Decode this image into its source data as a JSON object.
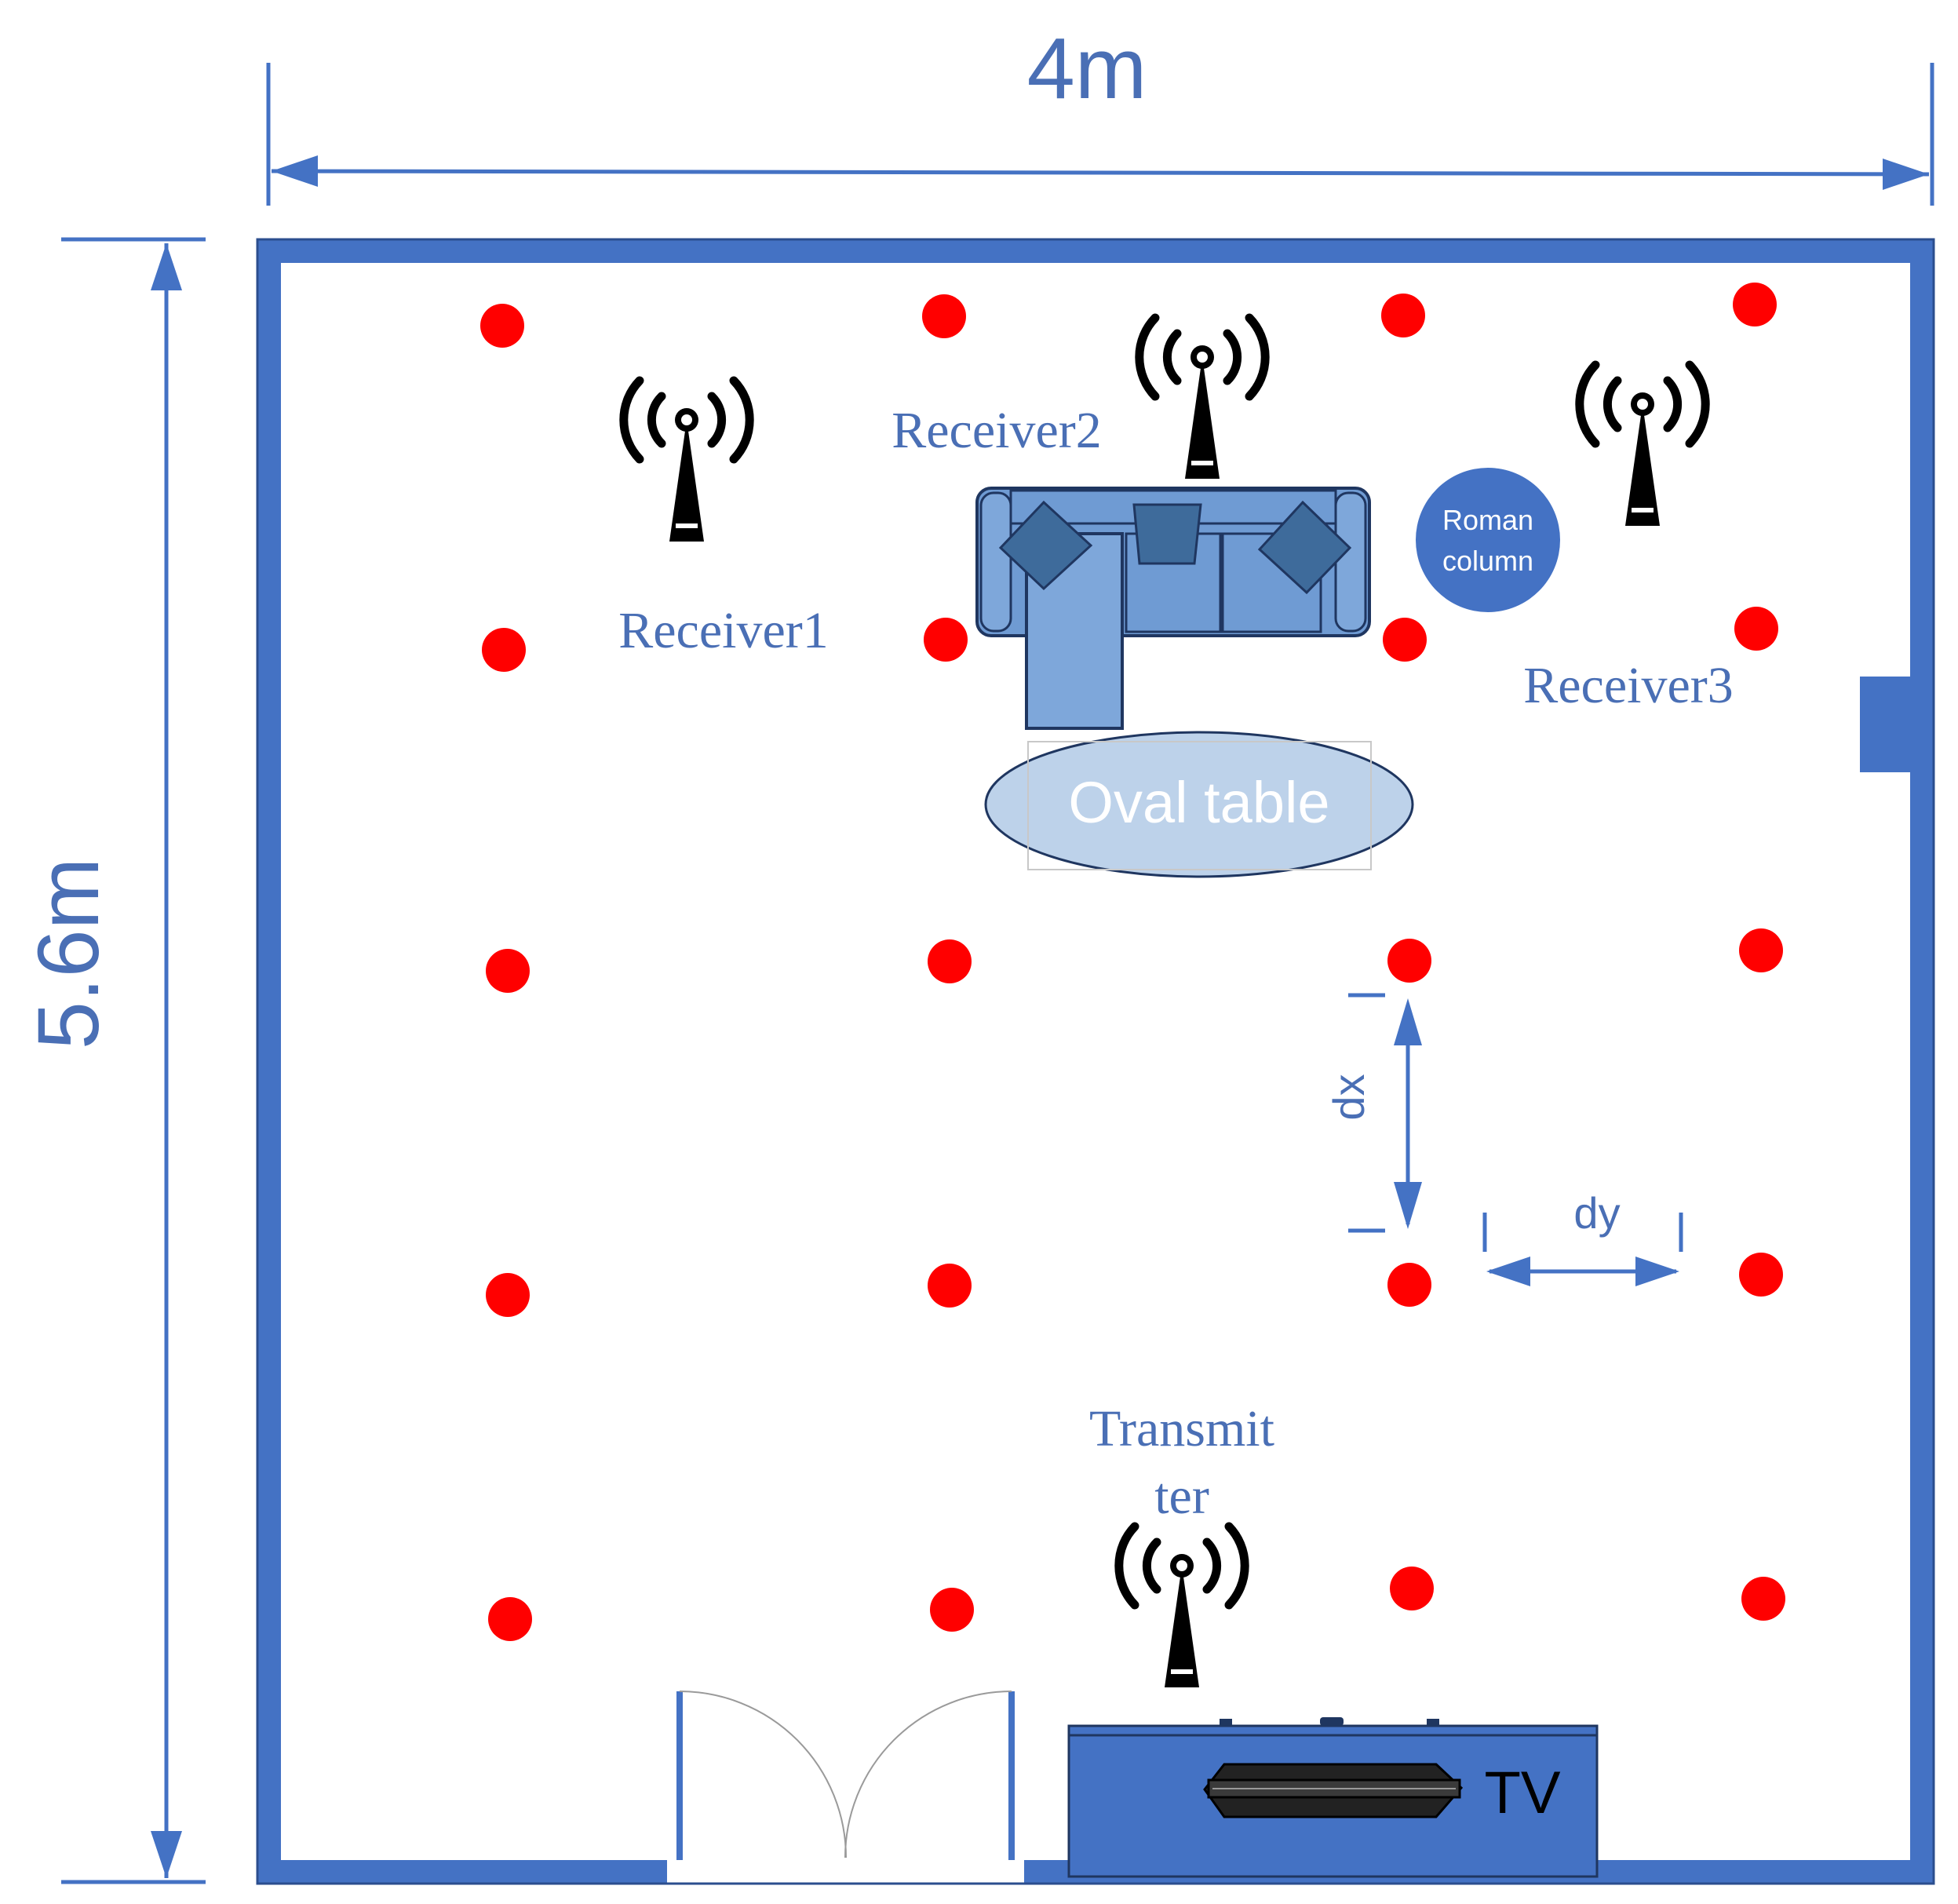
{
  "dimensions": {
    "width_label": "4m",
    "height_label": "5.6m"
  },
  "labels": {
    "receiver1": "Receiver1",
    "receiver2": "Receiver2",
    "receiver3": "Receiver3",
    "transmitter_line1": "Transmit",
    "transmitter_line2": "ter",
    "roman_line1": "Roman",
    "roman_line2": "column",
    "oval_table": "Oval table",
    "tv": "TV",
    "dx": "dx",
    "dy": "dy"
  },
  "colors": {
    "wall": "#4472c4",
    "label": "#4a6fb5",
    "point": "#ff0000",
    "sofa": "#6f9bd3",
    "pillow": "#3e6b9b",
    "table": "#bdd2ea",
    "antenna": "#000000"
  },
  "icons": [
    "antenna-icon",
    "tv-icon",
    "sofa-icon",
    "door-icon"
  ]
}
